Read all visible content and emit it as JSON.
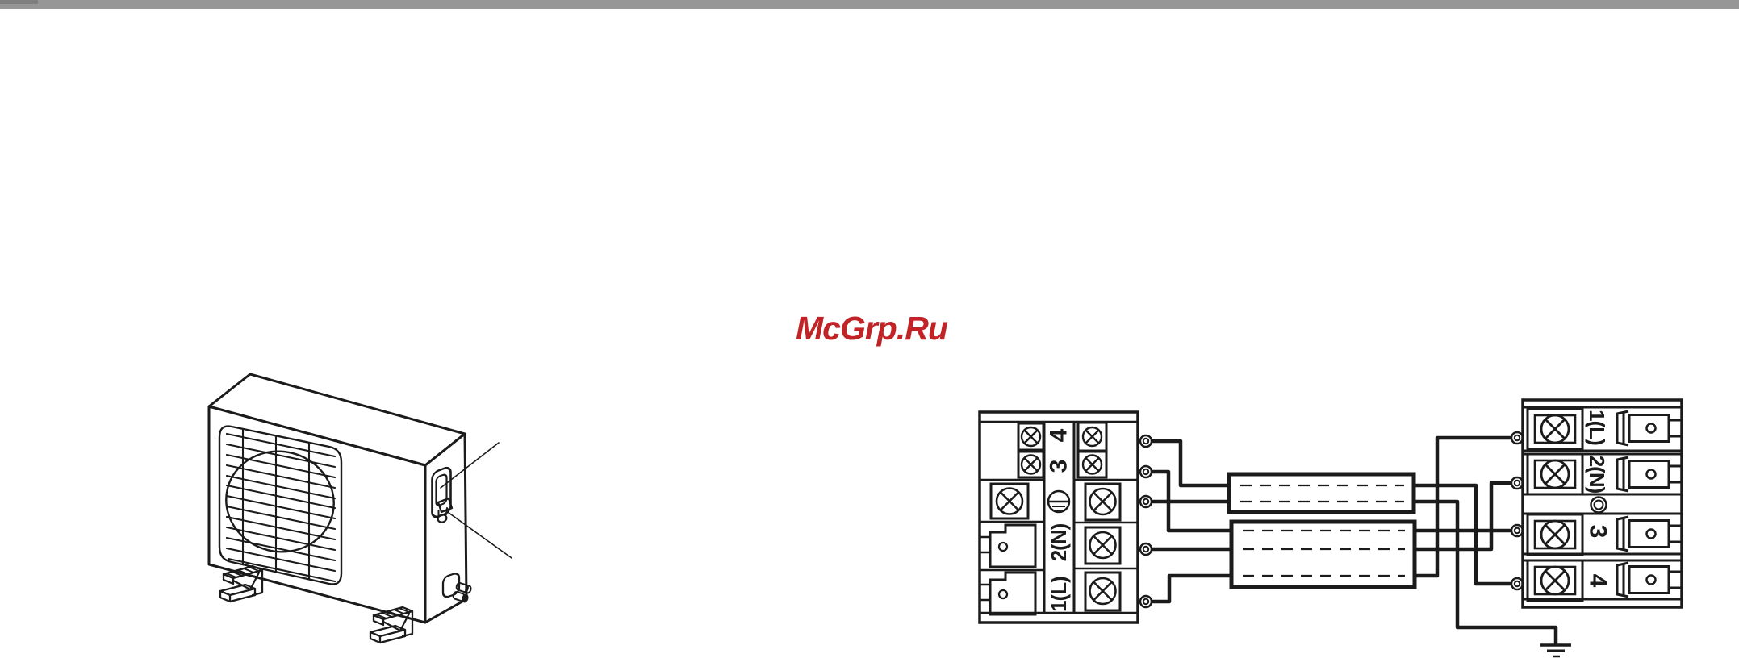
{
  "page": {
    "background": "#ffffff",
    "top_bar": {
      "color": "#969696",
      "accent_color": "#7f7f7f"
    }
  },
  "watermark": {
    "text": "McGrp.Ru",
    "color": "#c02427"
  },
  "diagram": {
    "left_block": {
      "labels": {
        "n4": "4",
        "n3": "3",
        "n2": "2(N)",
        "n1": "1(L)"
      },
      "earth_icon": "earth-ground-in-circle"
    },
    "right_block": {
      "labels": {
        "n1": "1(L)",
        "n2": "2(N)",
        "n3": "3",
        "n4": "4"
      },
      "earth_icon": "double-circle"
    },
    "ground_icon": "earth-ground"
  }
}
